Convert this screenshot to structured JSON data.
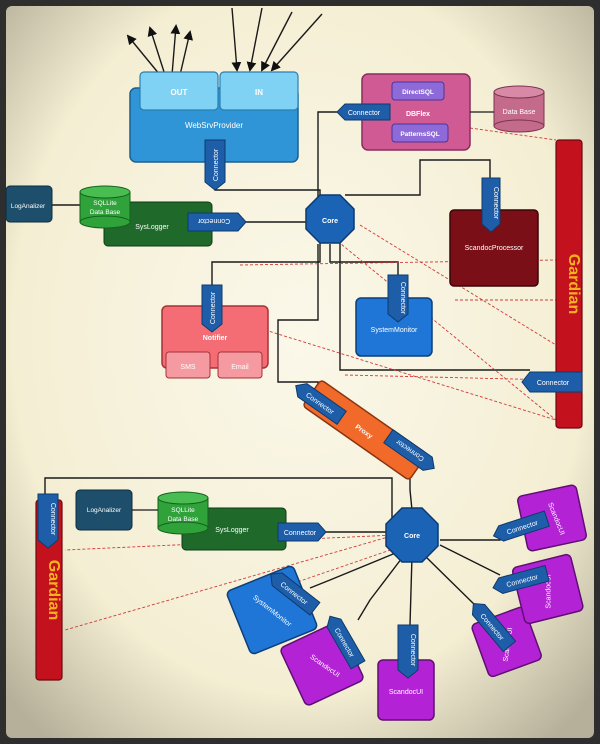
{
  "colors": {
    "background": "#f7f3df",
    "webservice": "#2f95d6",
    "webservice_light": "#7fd2f3",
    "dbflex": "#d05a94",
    "dbflex_inner": "#8d6ad8",
    "database": "#c46a8a",
    "syslogger": "#1f6a2b",
    "sqlite": "#2fa33a",
    "loganalizer": "#1d4e6b",
    "core": "#1b63b5",
    "scandoc_processor": "#7b0f18",
    "notifier": "#f46d75",
    "notifier_sub": "#f59aa0",
    "system_monitor": "#1f76d6",
    "proxy": "#f26a2a",
    "gardian": "#c3121d",
    "gardian_text": "#f5b21e",
    "scandoc_ui": "#b422d6",
    "connector": "#1e5ea8",
    "line": "#1a1a1a",
    "dashed": "#d23a3a"
  },
  "labels": {
    "out": "OUT",
    "in": "IN",
    "webservice": "WebSrvProvider",
    "connector": "Connector",
    "directsql": "DirectSQL",
    "dbflex": "DBFlex",
    "patternssql": "PatternsSQL",
    "database": "Data Base",
    "loganalizer": "LogAnalizer",
    "sqlite_line1": "SQLLite",
    "sqlite_line2": "Data Base",
    "syslogger": "SysLogger",
    "core": "Core",
    "scandoc_processor": "ScandocProcessor",
    "gardian": "Gardian",
    "notifier": "Notifier",
    "sms": "SMS",
    "email": "Email",
    "system_monitor": "SystemMonitor",
    "proxy": "Proxy",
    "scandoc_ui": "ScandocUI"
  }
}
